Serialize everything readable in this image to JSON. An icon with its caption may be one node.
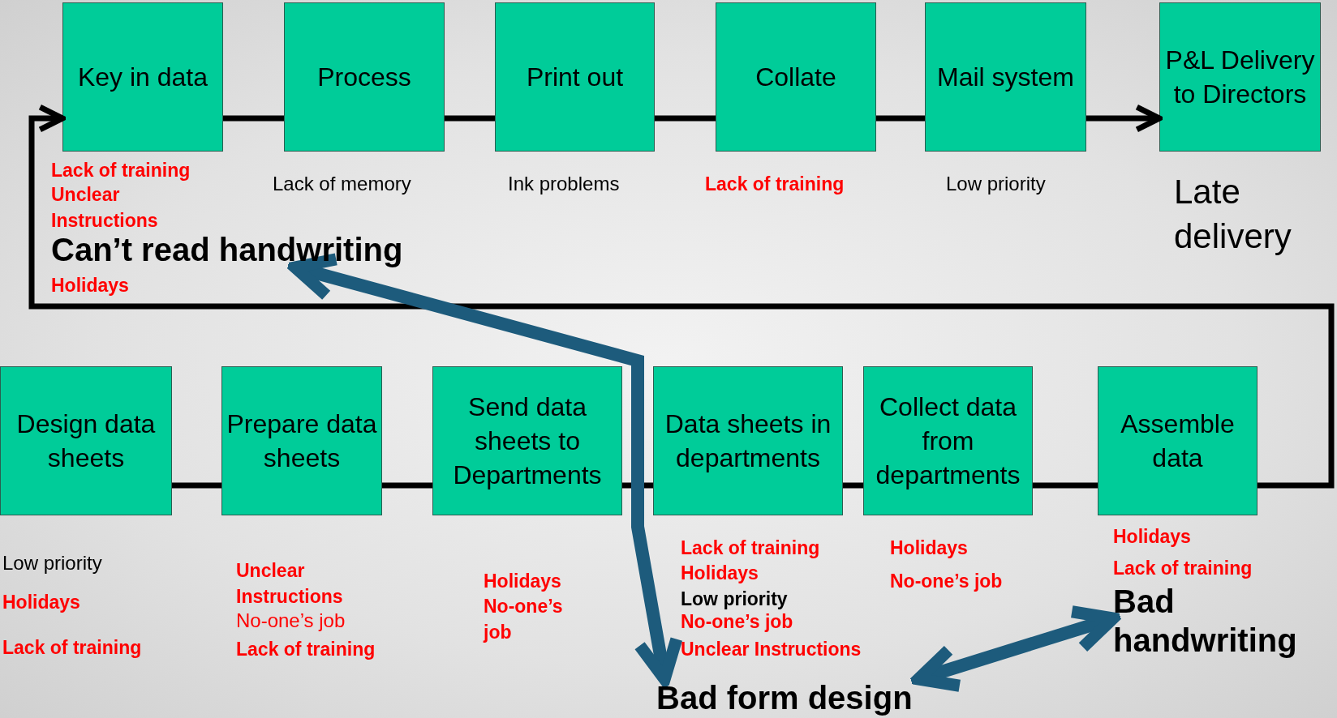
{
  "diagram": {
    "nodes": [
      {
        "text": [
          "Key in data"
        ],
        "beside": [
          "Lack of training",
          "Unclear Instructions"
        ]
      },
      {
        "text": [
          "Process"
        ],
        "beside": [
          "Lack of  memory"
        ]
      },
      {
        "text": [
          "Print out"
        ],
        "beside": [
          "Ink problems"
        ]
      },
      {
        "text": [
          "Collate"
        ],
        "beside": [
          "Lack of training"
        ]
      },
      {
        "text": [
          "Mail system"
        ],
        "beside": [
          "Low priority"
        ]
      },
      {
        "text": [
          "P&L Delivery to Directors"
        ]
      },
      {
        "text": [
          "Design data sheets"
        ],
        "beside": [
          "Low priority",
          "Holidays",
          "Lack of training"
        ]
      },
      {
        "text": [
          "Prepare data sheets"
        ],
        "beside": [
          "Unclear Instructions",
          "No-one’s job",
          "Lack of training"
        ]
      },
      {
        "text": [
          "Send data sheets to Departments"
        ],
        "beside": [
          "Holidays",
          "No-one’s job"
        ]
      },
      {
        "text": [
          "Data sheets in departments"
        ],
        "beside": [
          "Lack of training",
          "Holidays",
          "Low priority",
          "No-one’s job",
          "Unclear Instructions"
        ]
      },
      {
        "text": [
          "Collect data from departments"
        ],
        "beside": [
          "Holidays",
          "No-one’s job"
        ]
      },
      {
        "text": [
          "Assemble data"
        ],
        "beside": [
          "Holidays",
          "Lack of training"
        ]
      },
      {
        "text": [
          "Can’t read handwriting"
        ]
      },
      {
        "text": [
          "Bad form design"
        ]
      },
      {
        "text": [
          "Bad handwriting"
        ]
      }
    ],
    "edges": [
      {
        "from": 6,
        "to": 7,
        "arrow": "none"
      },
      {
        "from": 7,
        "to": 8,
        "arrow": "none"
      },
      {
        "from": 8,
        "to": 9,
        "arrow": "none"
      },
      {
        "from": 9,
        "to": 10,
        "arrow": "none"
      },
      {
        "from": 10,
        "to": 11,
        "arrow": "none"
      },
      {
        "from": 11,
        "to": 0,
        "arrow": "to"
      },
      {
        "from": 0,
        "to": 1,
        "arrow": "none"
      },
      {
        "from": 1,
        "to": 2,
        "arrow": "none"
      },
      {
        "from": 2,
        "to": 3,
        "arrow": "none"
      },
      {
        "from": 3,
        "to": 4,
        "arrow": "none"
      },
      {
        "from": 4,
        "to": 5,
        "arrow": "to"
      },
      {
        "from": 12,
        "to": 13,
        "arrow": "both",
        "style": "thick",
        "color": "#1d5b7c"
      },
      {
        "from": 13,
        "to": 14,
        "arrow": "both",
        "style": "thick",
        "color": "#1d5b7c"
      }
    ],
    "labels": [
      "Late delivery",
      "Holidays"
    ]
  }
}
